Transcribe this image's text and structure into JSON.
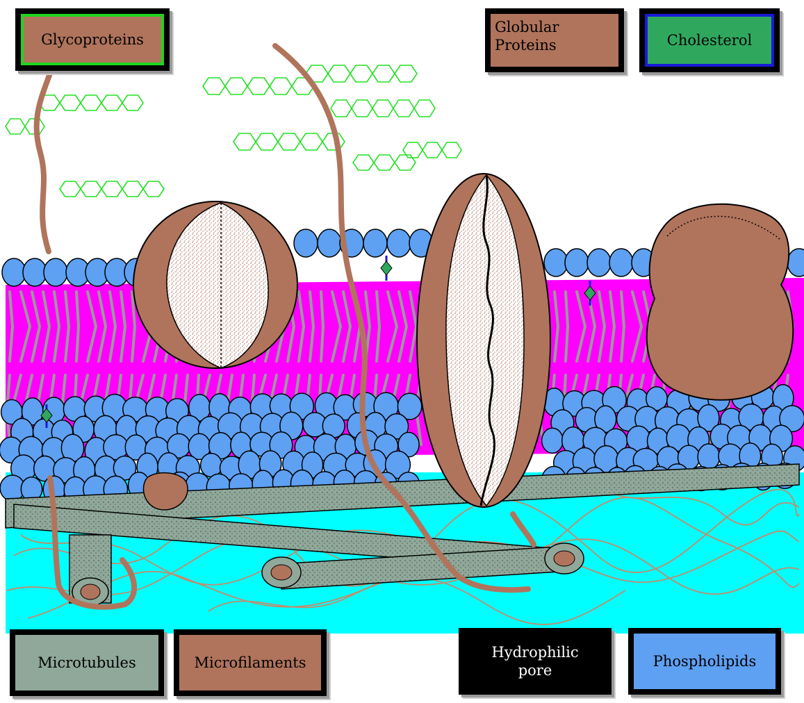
{
  "legend": {
    "glycoproteins": "Glycoproteins",
    "globular_proteins": "Globular\nProteins",
    "cholesterol": "Cholesterol",
    "microtubules": "Microtubules",
    "microfilaments": "Microfilaments",
    "hydrophilic_pore": "Hydrophilic\npore",
    "phospholipids": "Phospholipids"
  },
  "colors": {
    "glycoprotein_chain": "#22e022",
    "protein_brown": "#b0745c",
    "phospholipid_head": "#5ea0f2",
    "lipid_interior": "#ff00ff",
    "lipid_tail": "#9a9a9a",
    "cytoplasm": "#00ffff",
    "microtubule": "#8fa89a",
    "cholesterol_marker": "#2fa85e"
  }
}
